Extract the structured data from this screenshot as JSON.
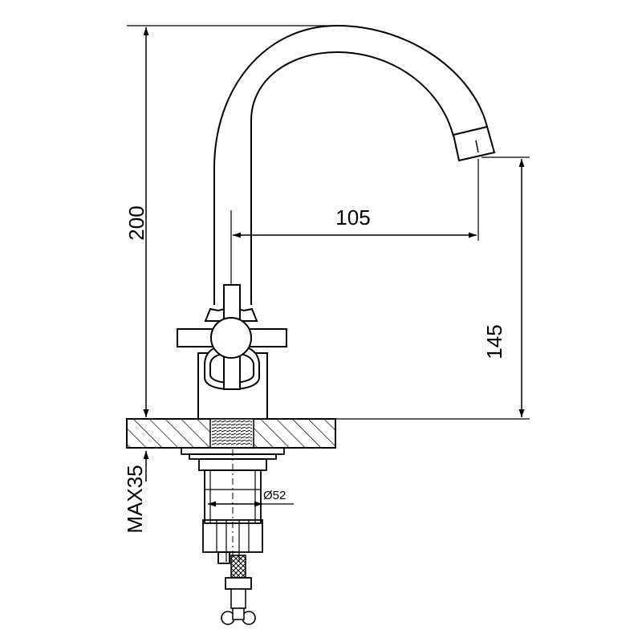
{
  "dimensions": {
    "total_height": "200",
    "spout_reach": "105",
    "spout_height": "145",
    "max_thickness": "MAX35",
    "hole_diameter": "Ø52"
  },
  "colors": {
    "line": "#000000",
    "background": "#ffffff"
  }
}
